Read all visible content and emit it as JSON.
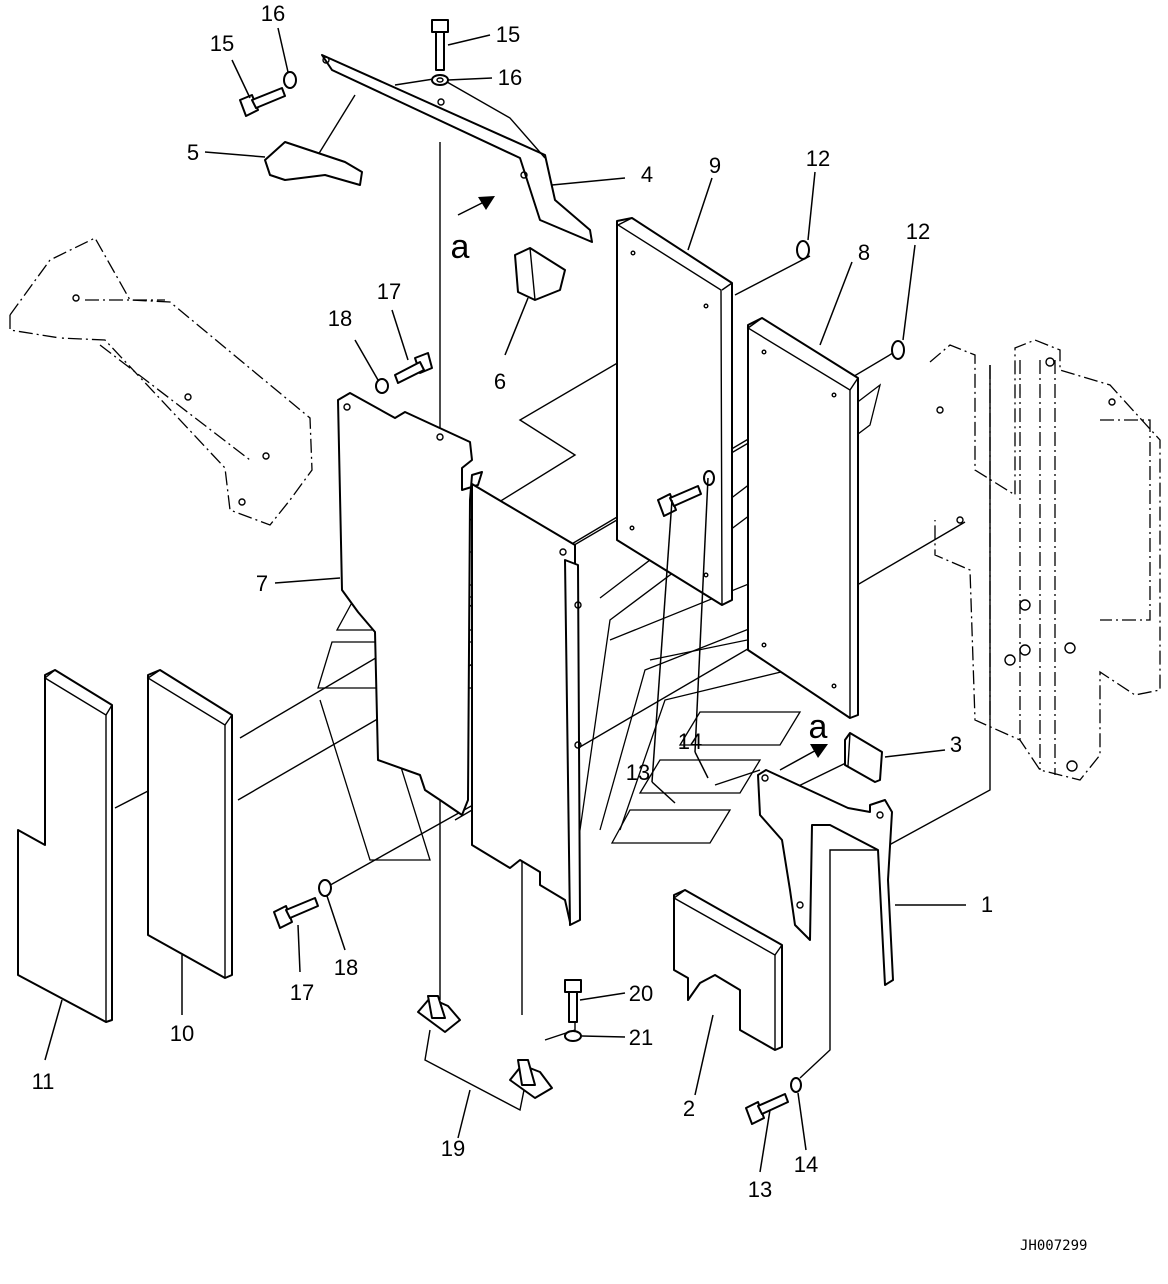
{
  "drawing_code": "JH007299",
  "view_marker": "a",
  "callouts": [
    {
      "id": "c1",
      "text": "1"
    },
    {
      "id": "c2",
      "text": "2"
    },
    {
      "id": "c3",
      "text": "3"
    },
    {
      "id": "c4",
      "text": "4"
    },
    {
      "id": "c5",
      "text": "5"
    },
    {
      "id": "c6",
      "text": "6"
    },
    {
      "id": "c7",
      "text": "7"
    },
    {
      "id": "c8",
      "text": "8"
    },
    {
      "id": "c9",
      "text": "9"
    },
    {
      "id": "c10",
      "text": "10"
    },
    {
      "id": "c11",
      "text": "11"
    },
    {
      "id": "c12a",
      "text": "12"
    },
    {
      "id": "c12b",
      "text": "12"
    },
    {
      "id": "c13a",
      "text": "13"
    },
    {
      "id": "c13b",
      "text": "13"
    },
    {
      "id": "c14a",
      "text": "14"
    },
    {
      "id": "c14b",
      "text": "14"
    },
    {
      "id": "c15a",
      "text": "15"
    },
    {
      "id": "c15b",
      "text": "15"
    },
    {
      "id": "c16a",
      "text": "16"
    },
    {
      "id": "c16b",
      "text": "16"
    },
    {
      "id": "c17a",
      "text": "17"
    },
    {
      "id": "c17b",
      "text": "17"
    },
    {
      "id": "c18a",
      "text": "18"
    },
    {
      "id": "c18b",
      "text": "18"
    },
    {
      "id": "c19",
      "text": "19"
    },
    {
      "id": "c20",
      "text": "20"
    },
    {
      "id": "c21",
      "text": "21"
    }
  ]
}
